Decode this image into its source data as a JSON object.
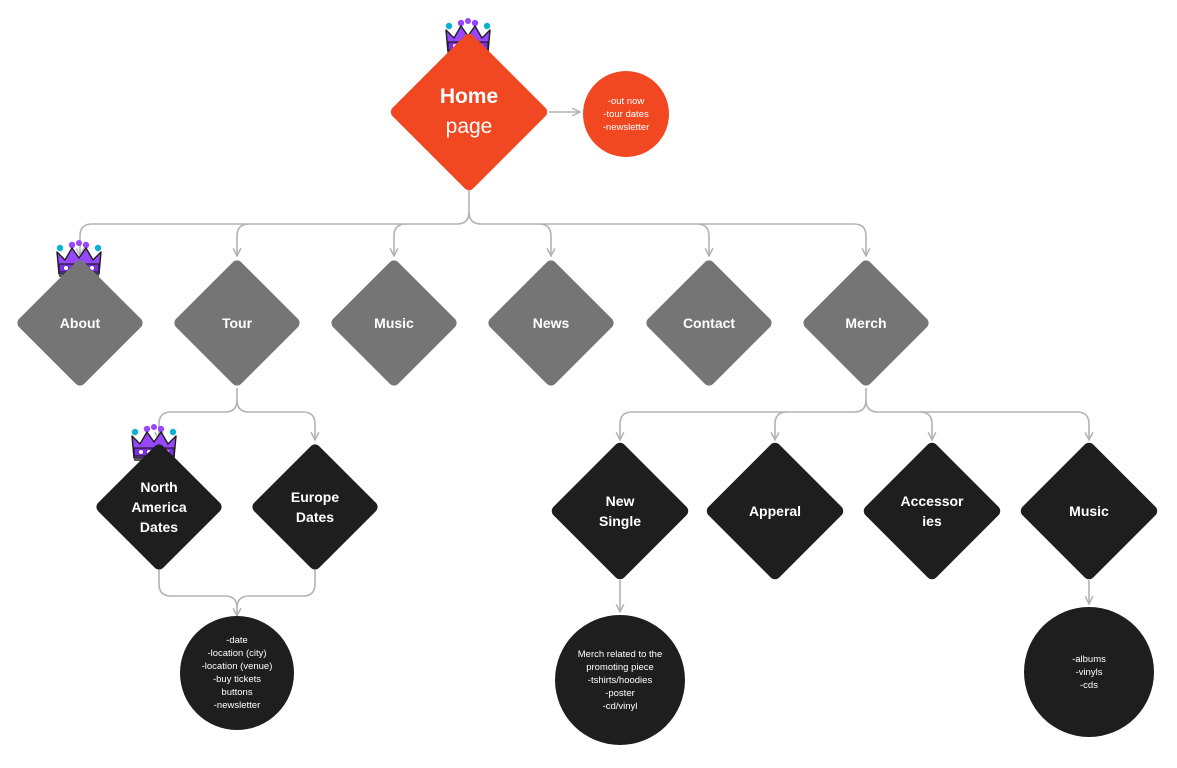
{
  "colors": {
    "primary": "#f24822",
    "section": "#757575",
    "subsection": "#1e1e1e",
    "connector": "#b3b3b3",
    "crown": "#9747ff"
  },
  "icons": {
    "marker": "crown-icon"
  },
  "home": {
    "line1": "Home",
    "line2": "page"
  },
  "home_note": [
    "-out now",
    "-tour dates",
    "-newsletter"
  ],
  "sections": {
    "about": "About",
    "tour": "Tour",
    "music": "Music",
    "news": "News",
    "contact": "Contact",
    "merch": "Merch"
  },
  "tour_children": {
    "north_america": [
      "North",
      "America",
      "Dates"
    ],
    "europe": [
      "Europe",
      "Dates"
    ]
  },
  "tour_note": [
    "-date",
    "-location (city)",
    "-location (venue)",
    "-buy tickets",
    "buttons",
    "-newsletter"
  ],
  "merch_children": {
    "new_single": [
      "New",
      "Single"
    ],
    "apperal": [
      "Apperal"
    ],
    "accessories": [
      "Accessor",
      "ies"
    ],
    "music": [
      "Music"
    ]
  },
  "new_single_note": [
    "Merch related to the",
    "promoting piece",
    "-tshirts/hoodies",
    "-poster",
    "-cd/vinyl"
  ],
  "music_note": [
    "-albums",
    "-vinyls",
    "-cds"
  ]
}
